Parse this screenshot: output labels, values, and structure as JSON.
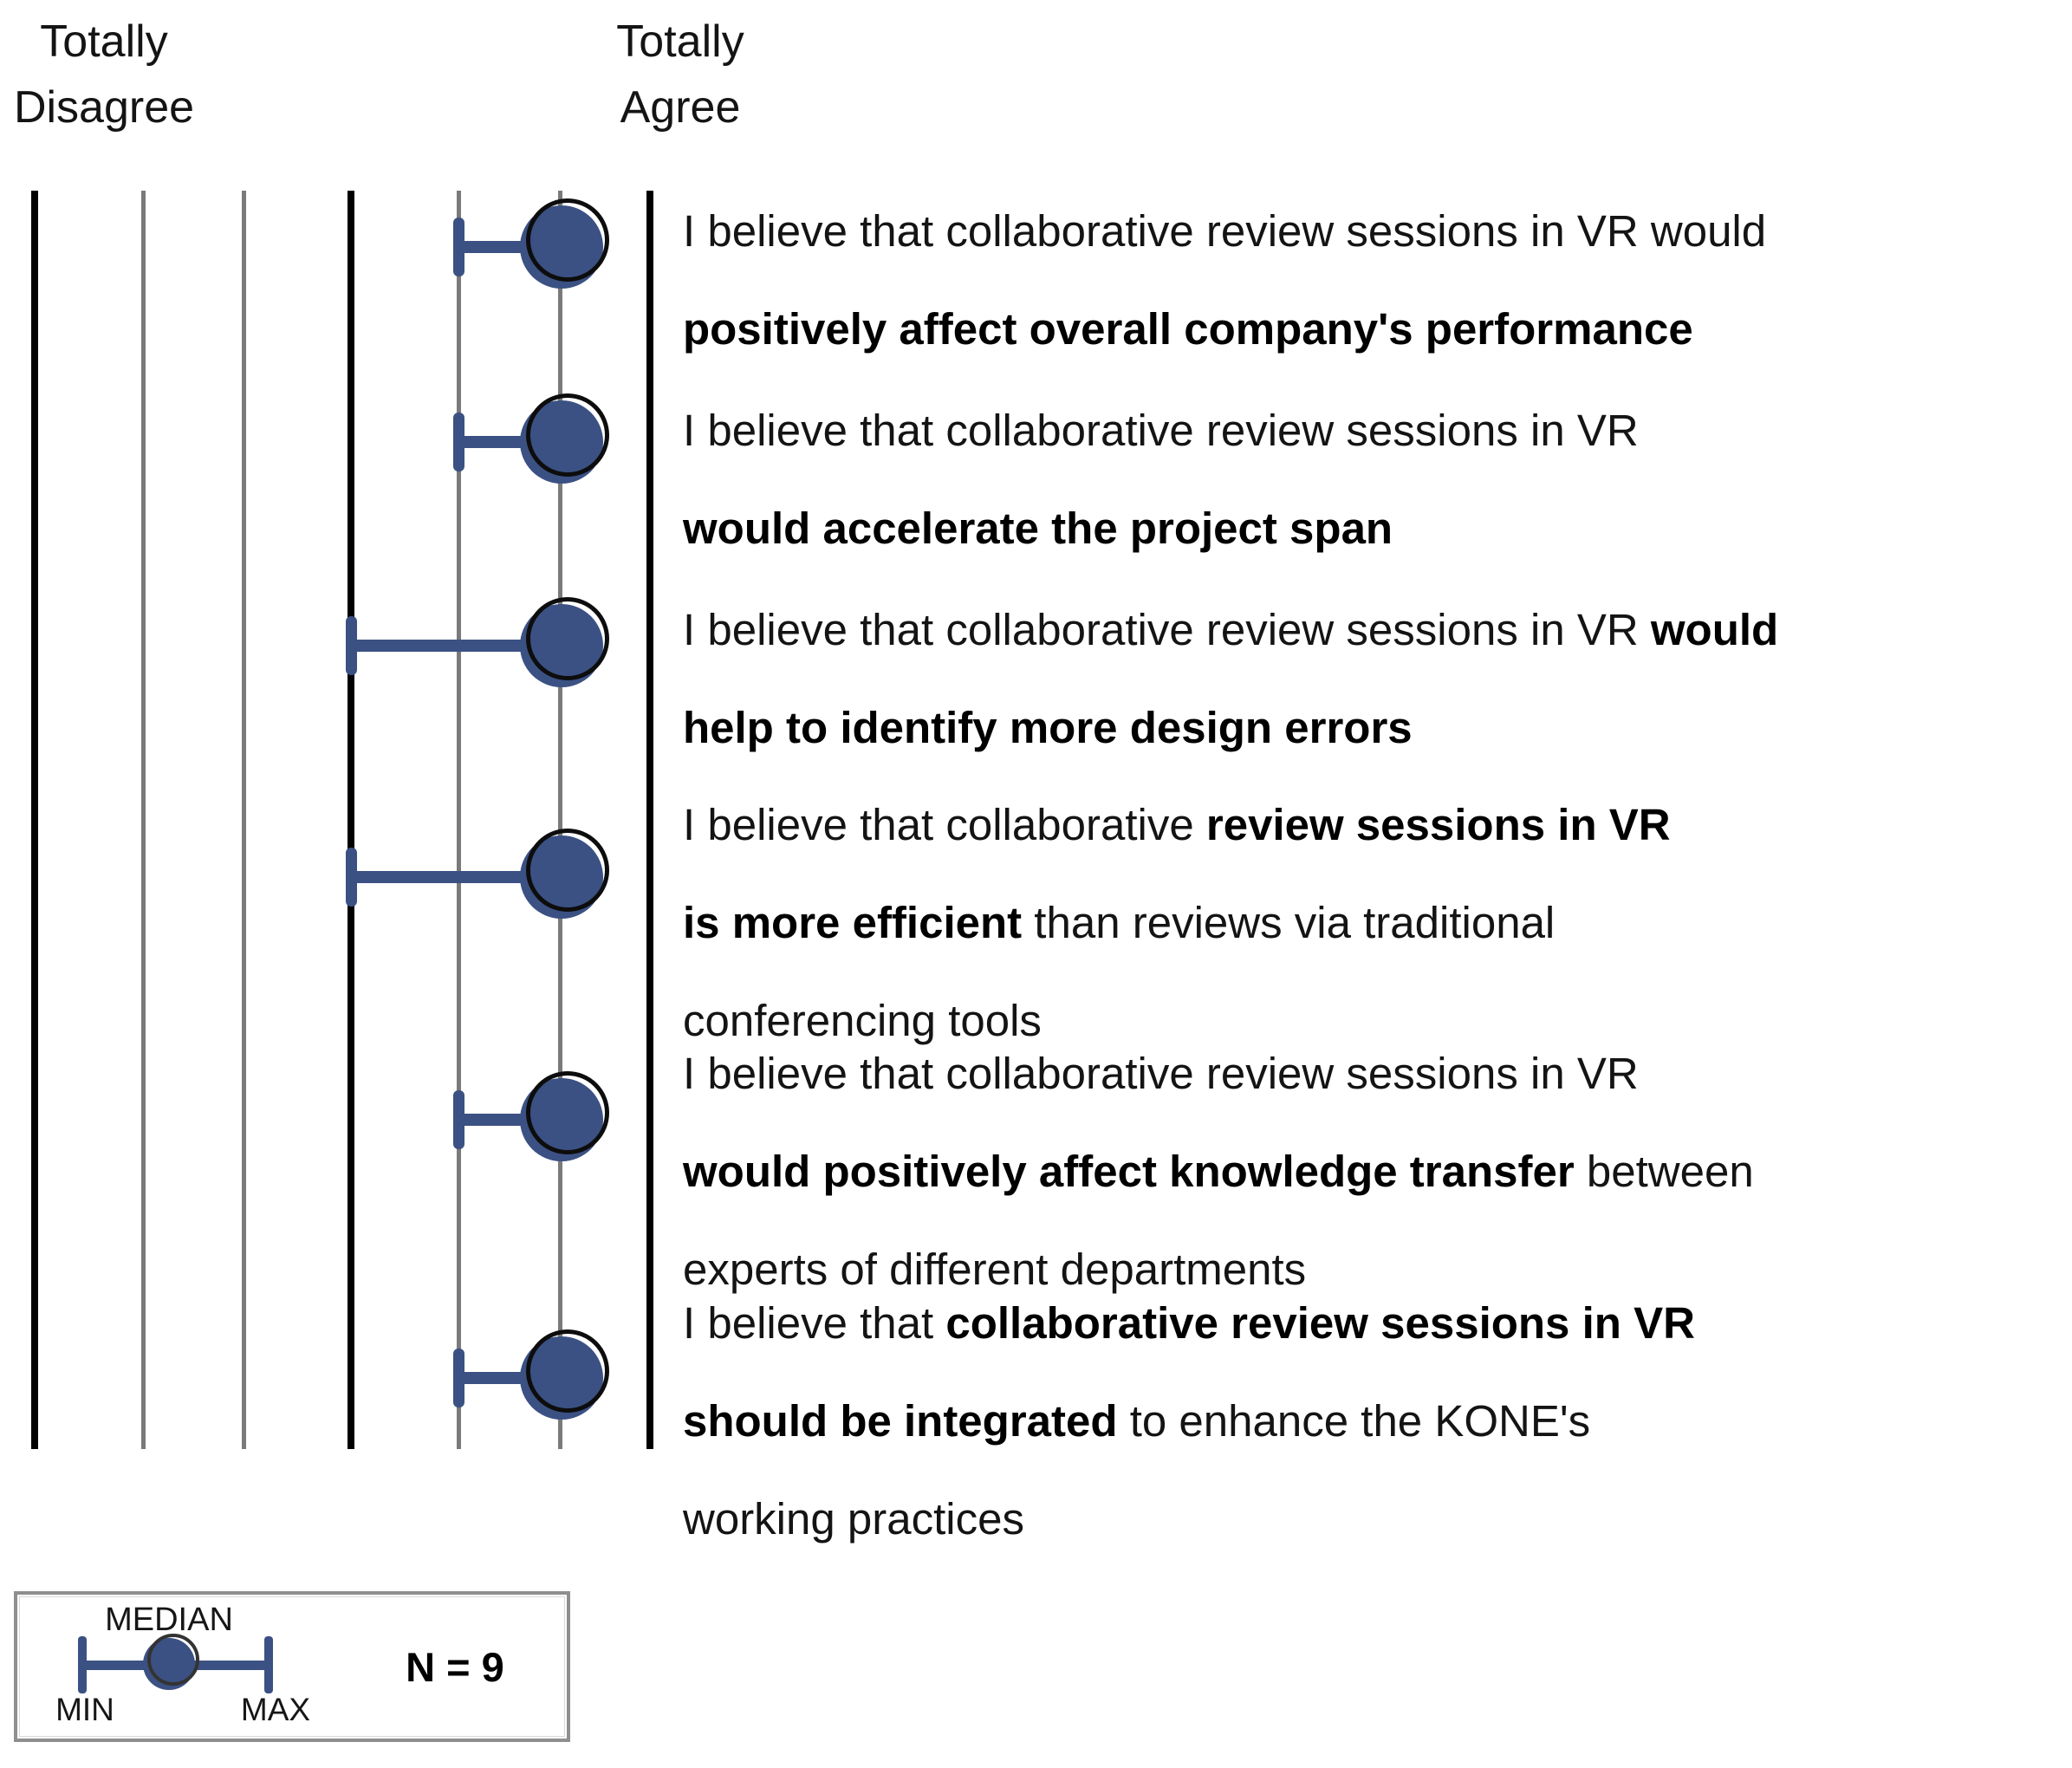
{
  "header": {
    "left_scale_label": {
      "line1": "Totally",
      "line2": "Disagree"
    },
    "right_scale_label": {
      "line1": "Totally",
      "line2": "Agree"
    }
  },
  "legend": {
    "median_label": "MEDIAN",
    "min_label": "MIN",
    "max_label": "MAX",
    "sample_size": "N = 9"
  },
  "colors": {
    "marker_blue": "#3b5183",
    "gridline_gray": "#7a7a7a",
    "axis_black": "#000000"
  },
  "chart_data": {
    "type": "range-dot (min–median–max Likert summary plot)",
    "scale": {
      "points": 7,
      "min": 1,
      "max": 7,
      "min_label": "Totally Disagree",
      "max_label": "Totally Agree",
      "bold_gridlines_at": [
        1,
        4,
        7
      ],
      "grid": "7 vertical lines, no tick numbers"
    },
    "sample_size": 9,
    "legend_position": "bottom-left box",
    "items": [
      {
        "min": 5,
        "median": 6,
        "max": 6,
        "lines": [
          [
            {
              "text": "I believe that collaborative review sessions in VR would",
              "bold": false
            }
          ],
          [
            {
              "text": "positively affect overall company's performance",
              "bold": true
            }
          ]
        ]
      },
      {
        "min": 5,
        "median": 6,
        "max": 6,
        "lines": [
          [
            {
              "text": "I believe that collaborative review sessions in VR",
              "bold": false
            }
          ],
          [
            {
              "text": "would accelerate the project span",
              "bold": true
            }
          ]
        ]
      },
      {
        "min": 4,
        "median": 6,
        "max": 6,
        "lines": [
          [
            {
              "text": "I believe that collaborative review sessions in VR ",
              "bold": false
            },
            {
              "text": "would",
              "bold": true
            }
          ],
          [
            {
              "text": "help to identify more design errors",
              "bold": true
            }
          ]
        ]
      },
      {
        "min": 4,
        "median": 6,
        "max": 6,
        "lines": [
          [
            {
              "text": "I believe that collaborative ",
              "bold": false
            },
            {
              "text": "review sessions in VR",
              "bold": true
            }
          ],
          [
            {
              "text": "is more efficient",
              "bold": true
            },
            {
              "text": " than reviews via traditional",
              "bold": false
            }
          ],
          [
            {
              "text": "conferencing tools",
              "bold": false
            }
          ]
        ]
      },
      {
        "min": 5,
        "median": 6,
        "max": 6,
        "lines": [
          [
            {
              "text": "I believe that collaborative review sessions in VR",
              "bold": false
            }
          ],
          [
            {
              "text": "would positively affect knowledge transfer",
              "bold": true
            },
            {
              "text": " between",
              "bold": false
            }
          ],
          [
            {
              "text": "experts of different departments",
              "bold": false
            }
          ]
        ]
      },
      {
        "min": 5,
        "median": 6,
        "max": 6,
        "lines": [
          [
            {
              "text": "I believe that ",
              "bold": false
            },
            {
              "text": "collaborative review sessions in VR",
              "bold": true
            }
          ],
          [
            {
              "text": "should be integrated",
              "bold": true
            },
            {
              "text": " to enhance the KONE's",
              "bold": false
            }
          ],
          [
            {
              "text": "working practices",
              "bold": false
            }
          ]
        ]
      }
    ]
  }
}
